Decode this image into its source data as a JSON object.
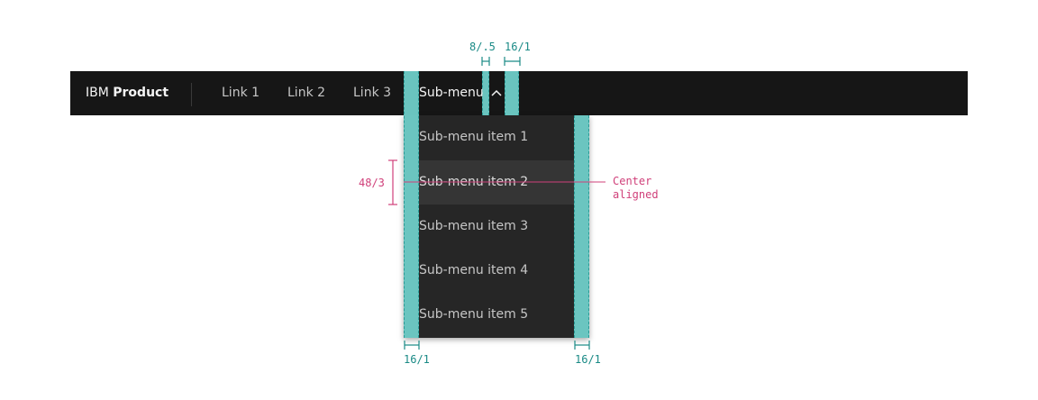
{
  "header": {
    "brand_prefix": "IBM",
    "brand_name": "Product",
    "links": [
      "Link 1",
      "Link 2",
      "Link 3"
    ],
    "submenu_label": "Sub-menu"
  },
  "submenu": {
    "items": [
      "Sub-menu item 1",
      "Sub-menu item 2",
      "Sub-menu item 3",
      "Sub-menu item 4",
      "Sub-menu item 5"
    ],
    "highlighted_index": 1
  },
  "annotations": {
    "top_gap": "8/.5",
    "top_padding": "16/1",
    "item_height": "48/3",
    "left_padding": "16/1",
    "right_padding": "16/1",
    "center_line_1": "Center",
    "center_line_2": "aligned"
  },
  "colors": {
    "header_bg": "#161616",
    "menu_bg": "#262626",
    "highlight_bg": "#353535",
    "spacing_teal": "#6fcdc8",
    "annotation_teal": "#1a8a86",
    "annotation_pink": "#d0407a"
  }
}
